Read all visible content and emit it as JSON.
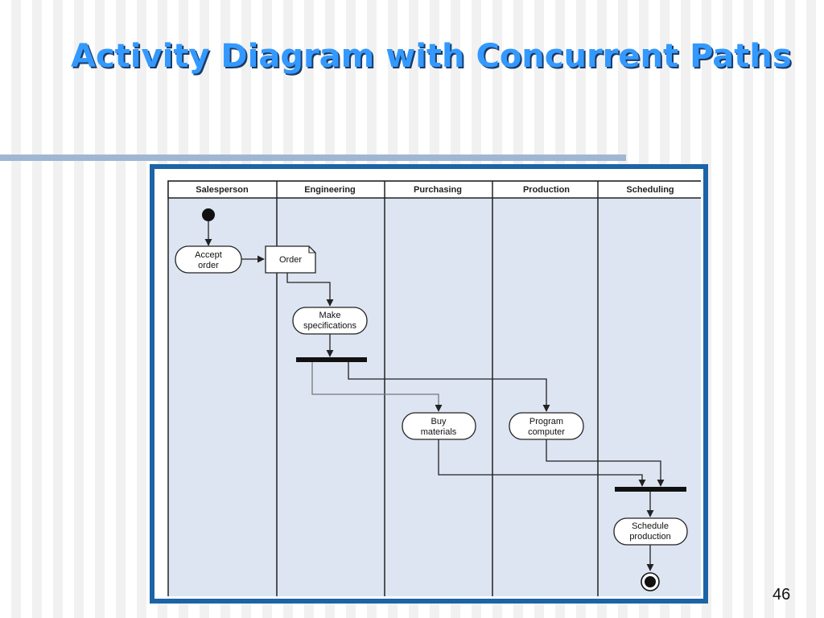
{
  "slide": {
    "title": "Activity Diagram with Concurrent Paths",
    "page_number": "46"
  },
  "diagram": {
    "lanes": [
      "Salesperson",
      "Engineering",
      "Purchasing",
      "Production",
      "Scheduling"
    ],
    "nodes": {
      "accept_order": [
        "Accept",
        "order"
      ],
      "order": "Order",
      "make_specs": [
        "Make",
        "specifications"
      ],
      "buy_materials": [
        "Buy",
        "materials"
      ],
      "program_computer": [
        "Program",
        "computer"
      ],
      "schedule_production": [
        "Schedule",
        "production"
      ]
    },
    "colors": {
      "frame": "#1c64a6",
      "lane_fill": "#dde5f2",
      "title": "#3399ff"
    }
  }
}
